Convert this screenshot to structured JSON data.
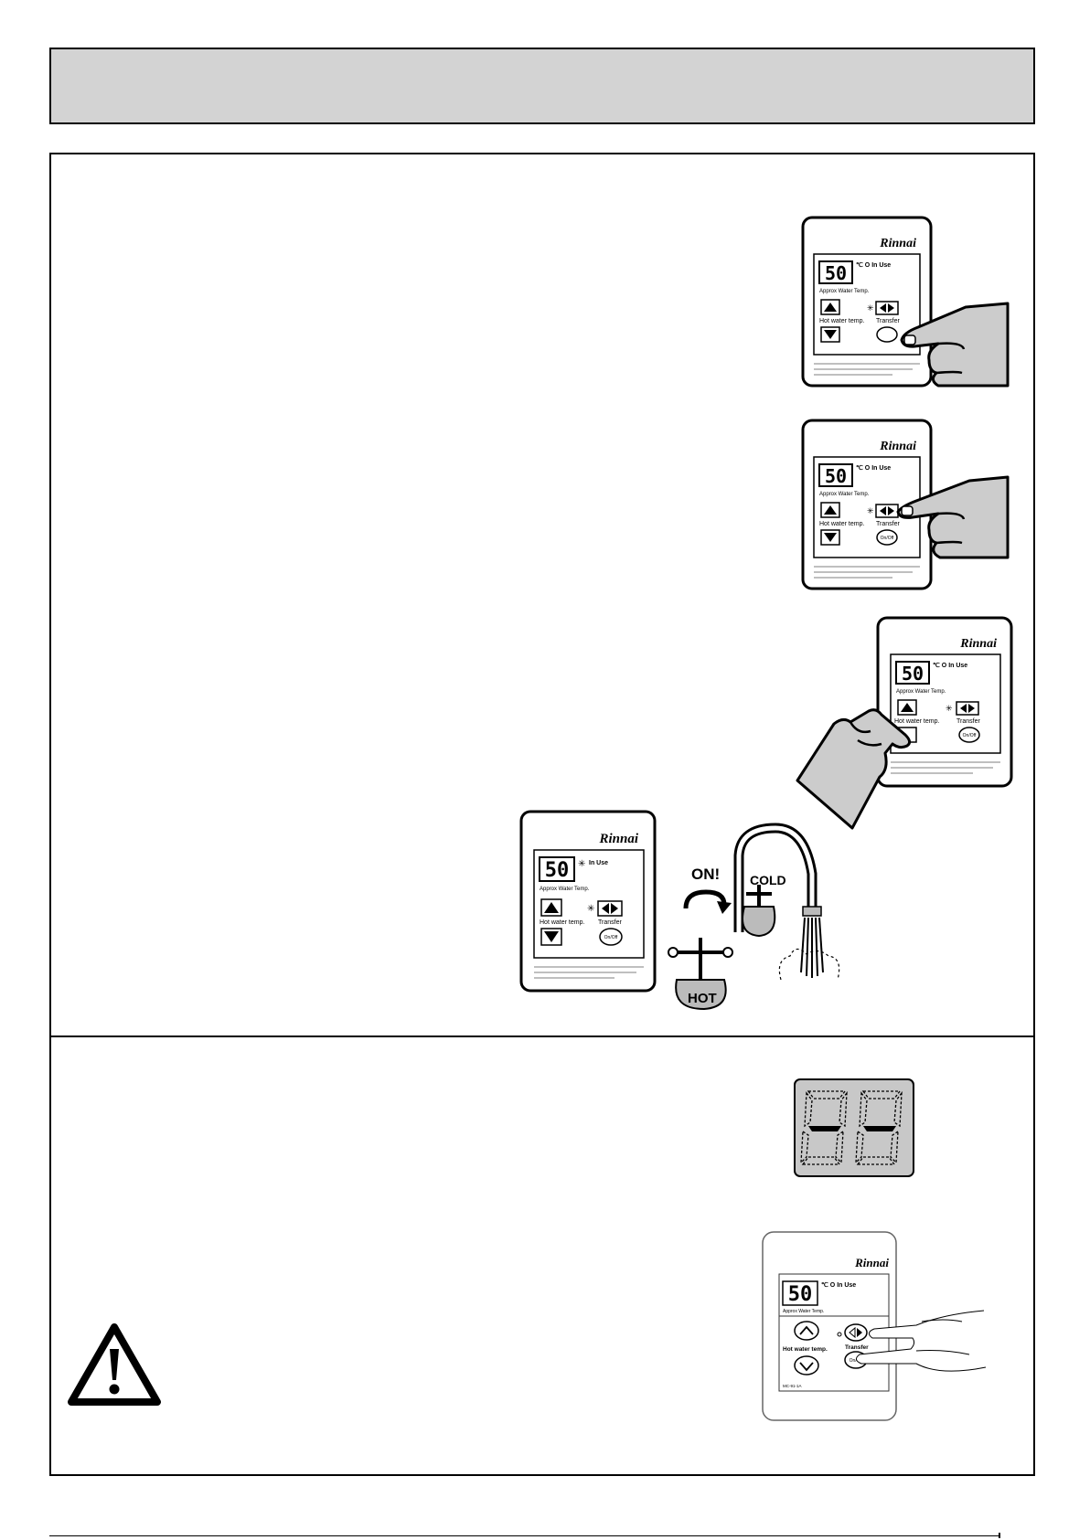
{
  "panel": {
    "brand": "Rinnai",
    "temperature": "50",
    "unit_in_use": "℃ O In Use",
    "in_use": "In Use",
    "approx_temp": "Approx Water Temp.",
    "hot_water_temp": "Hot water temp.",
    "transfer": "Transfer",
    "on_off": "On/Off",
    "model": "MC-91-1A"
  },
  "tap": {
    "on_label": "ON!",
    "cold_label": "COLD",
    "hot_label": "HOT"
  },
  "icons": {
    "up": "triangle-up-icon",
    "down": "triangle-down-icon",
    "transfer": "transfer-arrows-icon",
    "warning": "warning-triangle-icon",
    "hand": "pointing-hand-icon"
  }
}
